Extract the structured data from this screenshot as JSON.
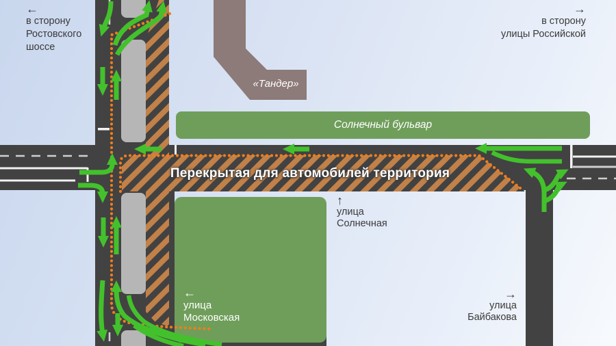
{
  "colors": {
    "bg-start": "#c9d7ee",
    "bg-mid": "#eaf0fa",
    "bg-end": "#f7fafd",
    "road": "#424242",
    "median": "#b6b6b6",
    "hatch-orange": "#c18148",
    "dot-orange": "#f07d1a",
    "arrow-green": "#43c12c",
    "zone-green": "#6f9e5b",
    "building": "#8c7b79",
    "label-dark": "#3a3a3a",
    "label-light": "#ffffff",
    "lane-white": "#f2f2f2",
    "lane-gray": "#cfcfcf"
  },
  "labels": {
    "top_left": {
      "arrow": "←",
      "lines": [
        "в сторону",
        "Ростовского",
        "шоссе"
      ]
    },
    "top_right": {
      "arrow": "→",
      "lines": [
        "в сторону",
        "улицы Российской"
      ]
    },
    "building": {
      "text": "«Тандер»"
    },
    "boulevard": {
      "text": "Солнечный бульвар"
    },
    "closed_area": {
      "text": "Перекрытая для автомобилей территория"
    },
    "solnechnaya": {
      "arrow": "↑",
      "lines": [
        "улица",
        "Солнечная"
      ]
    },
    "moskovskaya": {
      "arrow": "←",
      "lines": [
        "улица",
        "Московская"
      ]
    },
    "baybakova": {
      "arrow": "→",
      "lines": [
        "улица",
        "Байбакова"
      ]
    }
  }
}
